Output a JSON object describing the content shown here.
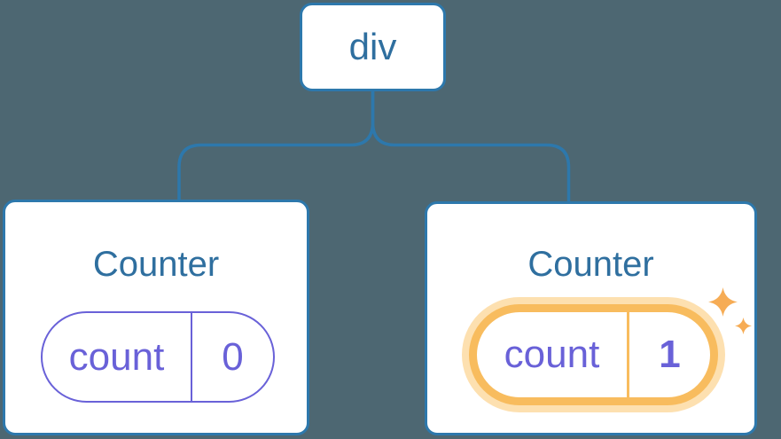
{
  "colors": {
    "bg": "#4D6772",
    "line": "#2D78AC",
    "text-blue": "#2F6F9F",
    "purple": "#6961D8",
    "amber": "#F8BC5E",
    "glow": "#FDE0B0",
    "sparkle": "#F6AC55"
  },
  "diagram": {
    "root": {
      "label": "div"
    },
    "children": [
      {
        "title": "Counter",
        "state": {
          "key": "count",
          "value": "0"
        },
        "highlighted": false
      },
      {
        "title": "Counter",
        "state": {
          "key": "count",
          "value": "1"
        },
        "highlighted": true
      }
    ],
    "icons": {
      "highlight": "sparkle-icon"
    }
  }
}
